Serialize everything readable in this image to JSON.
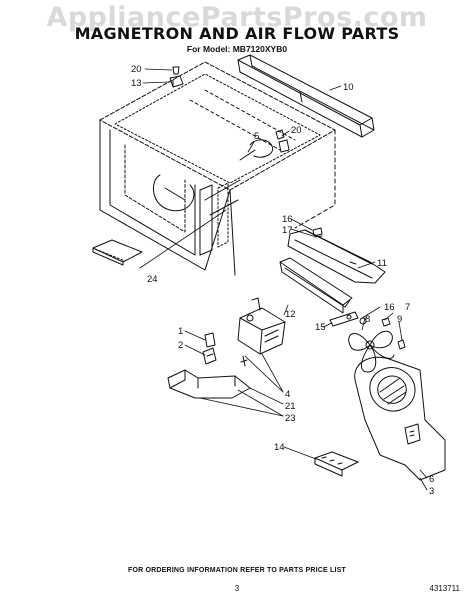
{
  "header": {
    "watermark": "AppliancePartsPros.com",
    "title": "MAGNETRON AND AIR FLOW PARTS",
    "model_line": "For Model: MB7120XYB0"
  },
  "diagram": {
    "callouts": [
      "20",
      "13",
      "10",
      "5",
      "20",
      "16",
      "17",
      "24",
      "11",
      "12",
      "16",
      "7",
      "15",
      "8",
      "9",
      "1",
      "2",
      "4",
      "21",
      "23",
      "14",
      "6",
      "3"
    ],
    "line_color": "#111111"
  },
  "footer": {
    "ordering_note": "FOR ORDERING INFORMATION REFER TO PARTS PRICE LIST",
    "page_number": "3",
    "document_id": "4313711"
  }
}
